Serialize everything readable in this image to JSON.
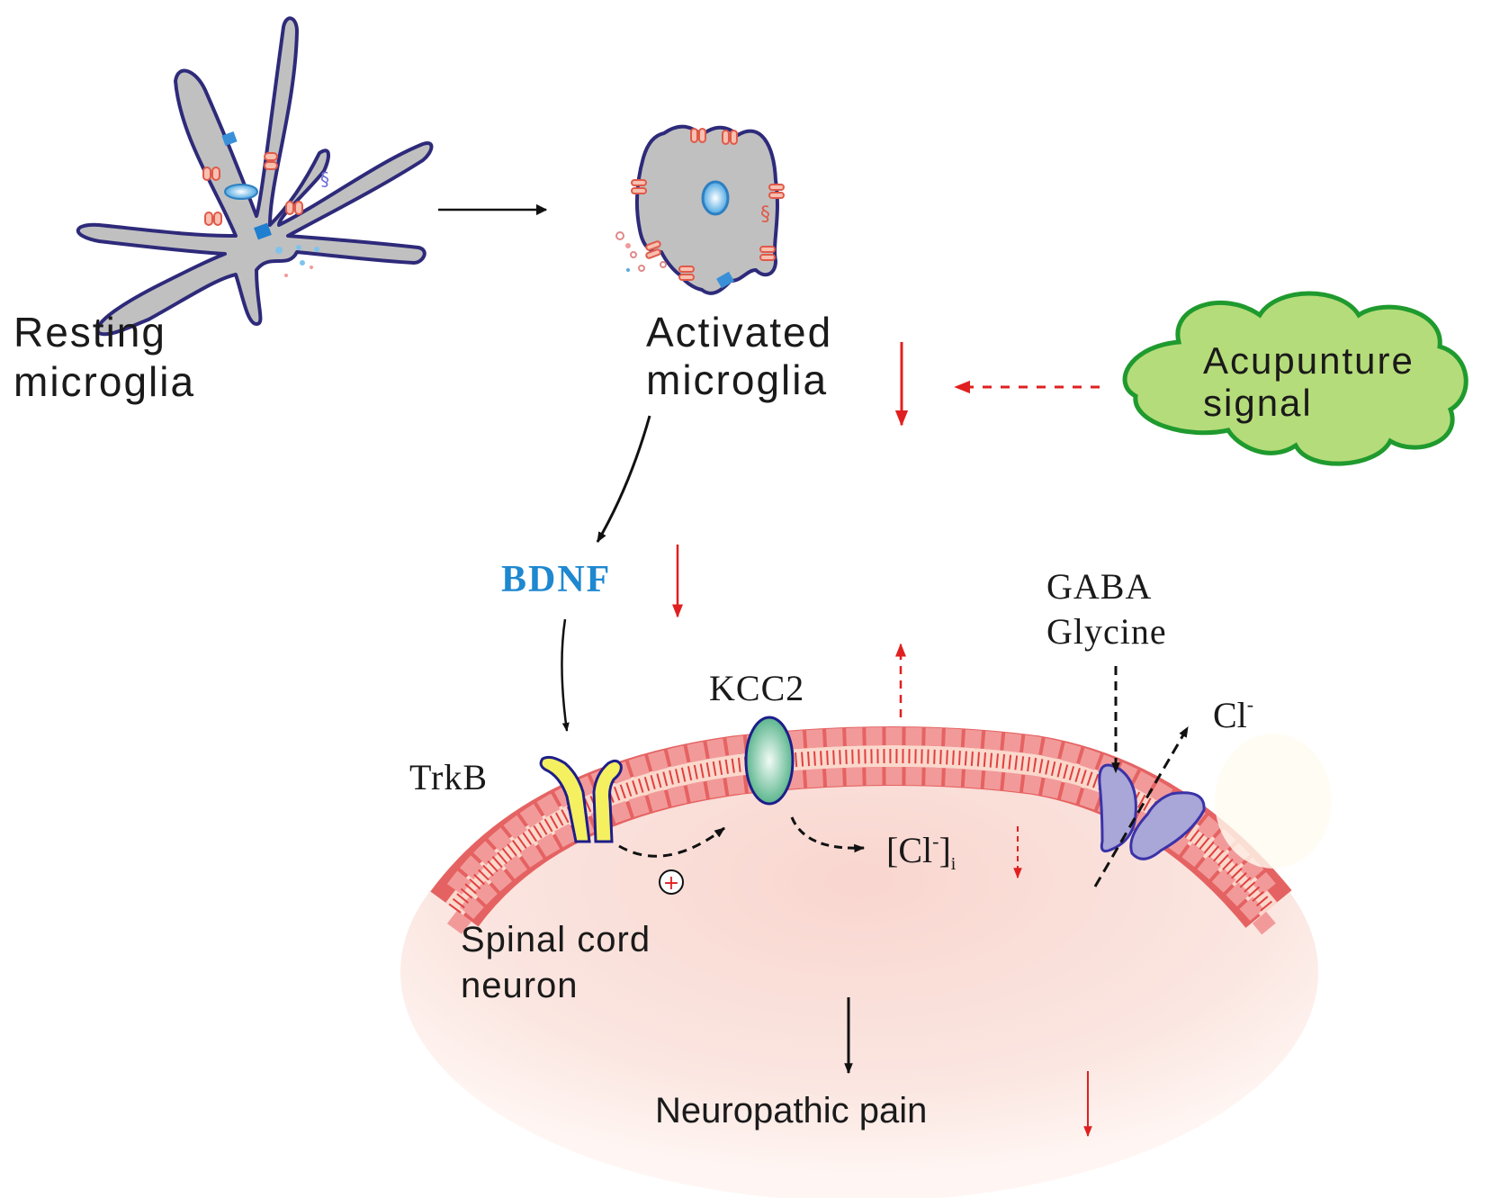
{
  "figure": {
    "title": "Acupuncture modulation of microglia-BDNF-TrkB-KCC2 pathway in neuropathic pain",
    "colors": {
      "microglia_fill": "#c0c0c0",
      "microglia_outline": "#2e2a7a",
      "cloud_fill": "#b5dc7a",
      "cloud_outline": "#1f9a2e",
      "bdnf_text": "#1e88d0",
      "decrease_arrow": "#e02020",
      "membrane_head": "#f29a9a",
      "membrane_outline": "#e04a4a",
      "neuron_fill": "#fbe1dc",
      "trkb_fill": "#f4f060",
      "kcc2_fill": "#5fbf96",
      "gaba_receptor_fill": "#a9a6d8"
    }
  },
  "labels": {
    "resting_line1": "Resting",
    "resting_line2": "microglia",
    "activated_line1": "Activated",
    "activated_line2": "microglia",
    "acupuncture_line1": "Acupunture",
    "acupuncture_line2": "signal",
    "bdnf": "BDNF",
    "kcc2": "KCC2",
    "trkb": "TrkB",
    "gaba": "GABA",
    "glycine": "Glycine",
    "cl_ion": "Cl",
    "cl_superscript": "-",
    "cl_internal_open": "[Cl",
    "cl_internal_sup": "-",
    "cl_internal_close": "]",
    "cl_internal_sub": "i",
    "neuron_line1": "Spinal cord",
    "neuron_line2": "neuron",
    "pain": "Neuropathic pain",
    "plus_sign": "+"
  },
  "regulation": {
    "activated_microglia": "decrease",
    "bdnf": "decrease",
    "kcc2": "increase",
    "cl_internal": "decrease",
    "neuropathic_pain": "decrease"
  }
}
